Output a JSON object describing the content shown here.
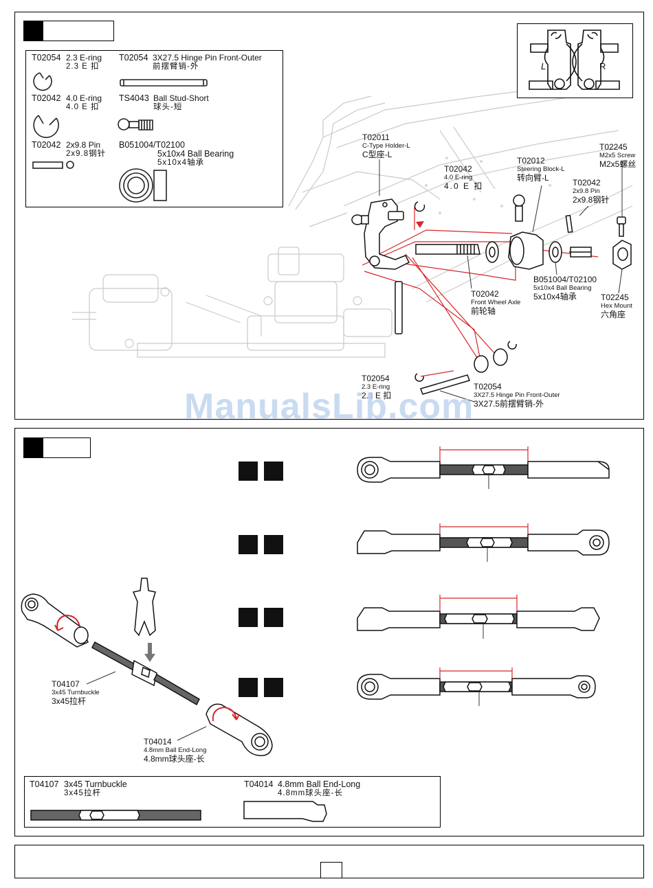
{
  "watermark": "ManualsLib.com",
  "step1": {
    "parts": [
      {
        "code": "T02054",
        "en": "2.3 E-ring",
        "cn": "2.3 E 扣"
      },
      {
        "code": "T02054",
        "en": "3X27.5 Hinge Pin Front-Outer",
        "cn": "前摆臂销-外"
      },
      {
        "code": "T02042",
        "en": "4.0 E-ring",
        "cn": "4.0 E 扣"
      },
      {
        "code": "TS4043",
        "en": "Ball Stud-Short",
        "cn": "球头-短"
      },
      {
        "code": "T02042",
        "en": "2x9.8 Pin",
        "cn": "2x9.8钢针"
      },
      {
        "code": "B051004/T02100",
        "en": "5x10x4 Ball Bearing",
        "cn": "5x10x4轴承"
      }
    ],
    "inset": {
      "left_label": "L",
      "right_label": "R"
    },
    "callouts": [
      {
        "id": "c-holder",
        "code": "T02011",
        "en": "C-Type Holder-L",
        "cn": "C型座-L"
      },
      {
        "id": "e-ring-40",
        "code": "T02042",
        "en": "4.0 E-ring",
        "cn": "4.0 E 扣"
      },
      {
        "id": "steering-block",
        "code": "T02012",
        "en": "Steering Block-L",
        "cn": "转向臂-L"
      },
      {
        "id": "m2-screw",
        "code": "T02245",
        "en": "M2x5 Screw",
        "cn": "M2x5螺丝"
      },
      {
        "id": "pin-2x98",
        "code": "T02042",
        "en": "2x9.8 Pin",
        "cn": "2x9.8钢针"
      },
      {
        "id": "axle",
        "code": "T02042",
        "en": "Front Wheel Axle",
        "cn": "前轮轴"
      },
      {
        "id": "bearing",
        "code": "B051004/T02100",
        "en": "5x10x4 Ball Bearing",
        "cn": "5x10x4轴承"
      },
      {
        "id": "hex-mount",
        "code": "T02245",
        "en": "Hex Mount",
        "cn": "六角座"
      },
      {
        "id": "e-ring-23",
        "code": "T02054",
        "en": "2.3 E-ring",
        "cn": "2.3 E 扣"
      },
      {
        "id": "hinge-pin",
        "code": "T02054",
        "en": "3X27.5 Hinge Pin Front-Outer",
        "cn": "3X27.5前摆臂销-外"
      }
    ]
  },
  "step2": {
    "callouts": [
      {
        "id": "turnbuckle",
        "code": "T04107",
        "en": "3x45 Turnbuckle",
        "cn": "3x45拉杆"
      },
      {
        "id": "ball-end",
        "code": "T04014",
        "en": "4.8mm Ball End-Long",
        "cn": "4.8mm球头座-长"
      }
    ],
    "parts": [
      {
        "code": "T04107",
        "en": "3x45 Turnbuckle",
        "cn": "3x45拉杆"
      },
      {
        "code": "T04014",
        "en": "4.8mm Ball End-Long",
        "cn": "4.8mm球头座-长"
      }
    ],
    "rows": 4
  }
}
